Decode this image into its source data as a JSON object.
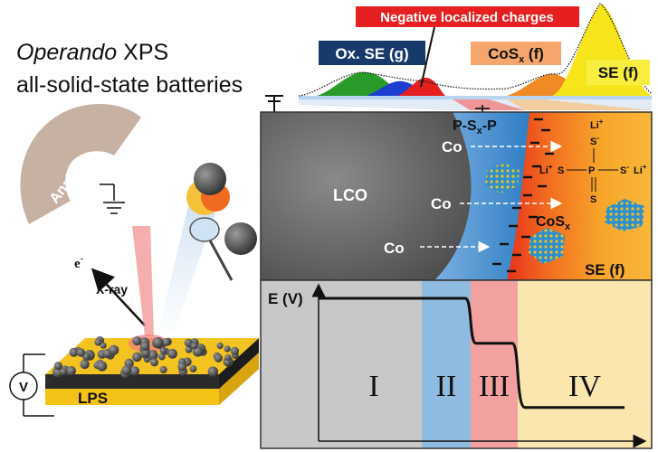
{
  "title": {
    "line1_italic": "Operando",
    "line1_rest": " XPS",
    "line2": "all-solid-state batteries"
  },
  "spectrum_labels": {
    "negative_charges": "Negative localized charges",
    "ox_se": "Ox. SE (g)",
    "cosx_main": "CoS",
    "cosx_sub": "x",
    "cosx_suffix": " (f)",
    "se_f": "SE (f)"
  },
  "setup": {
    "analyzer": "Analyzer",
    "electron_main": "e",
    "electron_sup": "-",
    "xray": "X-ray",
    "electrolyte": "LPS",
    "voltmeter": "V"
  },
  "interface": {
    "lco": "LCO",
    "co1": "Co",
    "co2": "Co",
    "co3": "Co",
    "psp_a": "P-S",
    "psp_sub": "x",
    "psp_b": "-P",
    "cosx_main": "CoS",
    "cosx_sub": "x",
    "se_f": "SE (f)",
    "li_plus_1": "Li",
    "li_plus_2": "Li",
    "li_plus_3": "Li",
    "s_top": "S",
    "s_left": "S",
    "s_right": "S",
    "s_bottom": "S",
    "p_atom": "P",
    "plus": "+",
    "minus": "-"
  },
  "potential_plot": {
    "ylabel": "E (V)",
    "regions": [
      "I",
      "II",
      "III",
      "IV"
    ],
    "region_colors": [
      "#c8c8c8",
      "#8fbbe0",
      "#f2a0a0",
      "#fbe6b0"
    ],
    "profile_levels": [
      0.0,
      0.0,
      0.35,
      0.85
    ]
  },
  "colors": {
    "ox_se_green": "#2a9a2a",
    "ox_se_blue": "#1d3fd0",
    "negative_red": "#e62020",
    "cosx_orange": "#f08a24",
    "se_yellow": "#f5e51a",
    "label_navy": "#183a6b"
  }
}
